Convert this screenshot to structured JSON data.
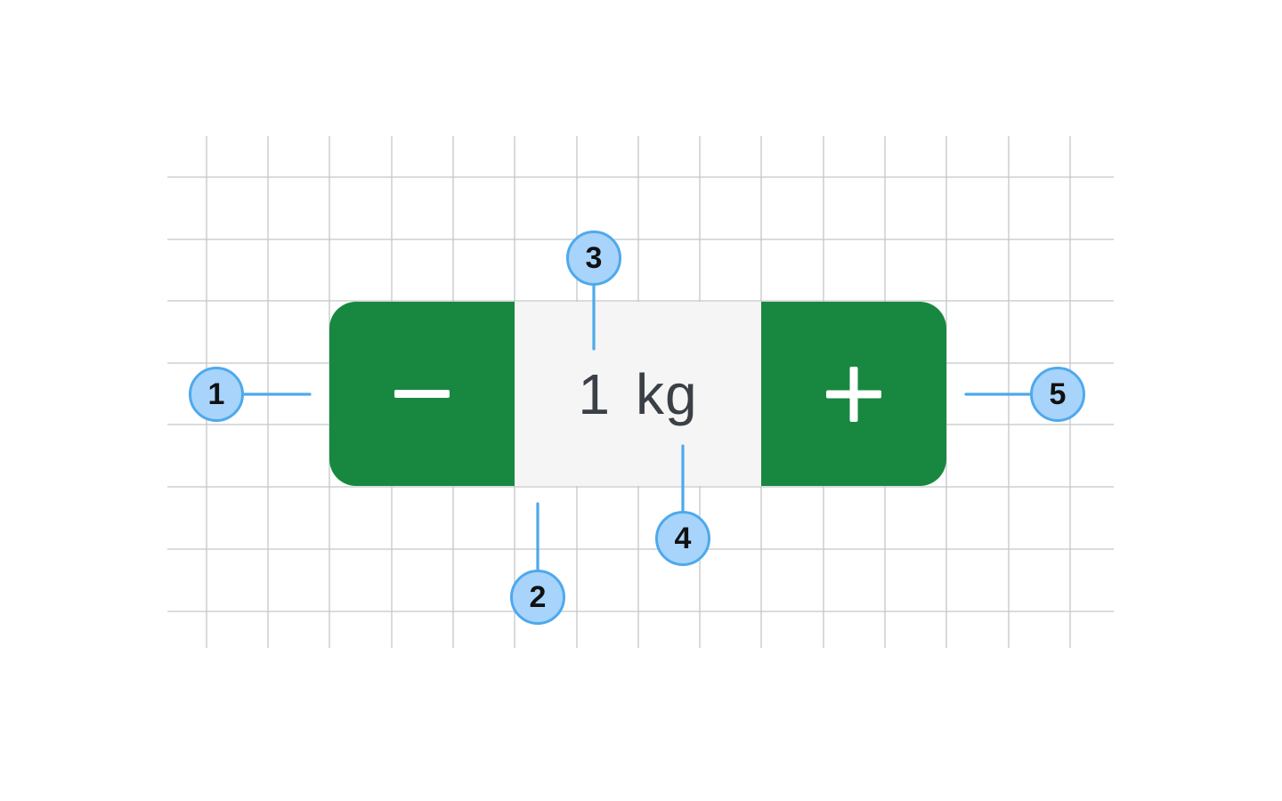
{
  "stepper": {
    "decrement_icon": "minus-icon",
    "increment_icon": "plus-icon",
    "value": "1",
    "unit": "kg"
  },
  "callouts": [
    "1",
    "2",
    "3",
    "4",
    "5"
  ],
  "colors": {
    "button_green": "#188841",
    "field_background": "#f4f5f4",
    "value_text": "#3a4046",
    "callout_fill": "#a8d4fb",
    "callout_stroke": "#4ea9ec",
    "grid": "#c4c6c8"
  }
}
